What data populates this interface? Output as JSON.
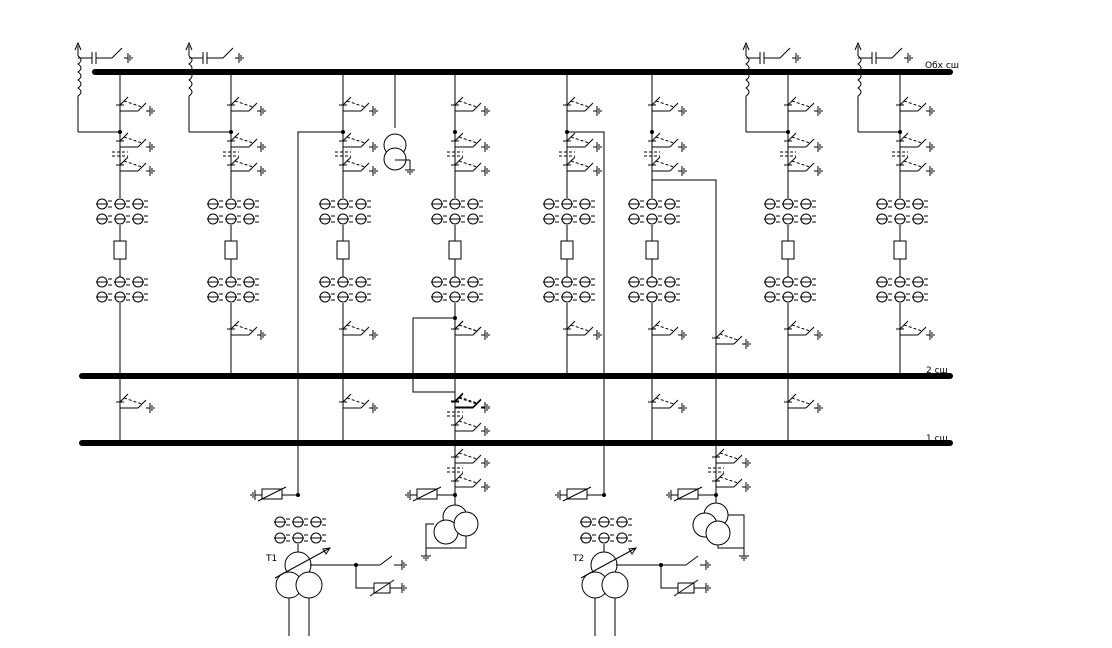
{
  "buses": {
    "bypass": "Обх сш",
    "bus2": "2 сш",
    "bus1": "1 сш"
  },
  "transformers": {
    "t1": "Т1",
    "t2": "Т2"
  }
}
